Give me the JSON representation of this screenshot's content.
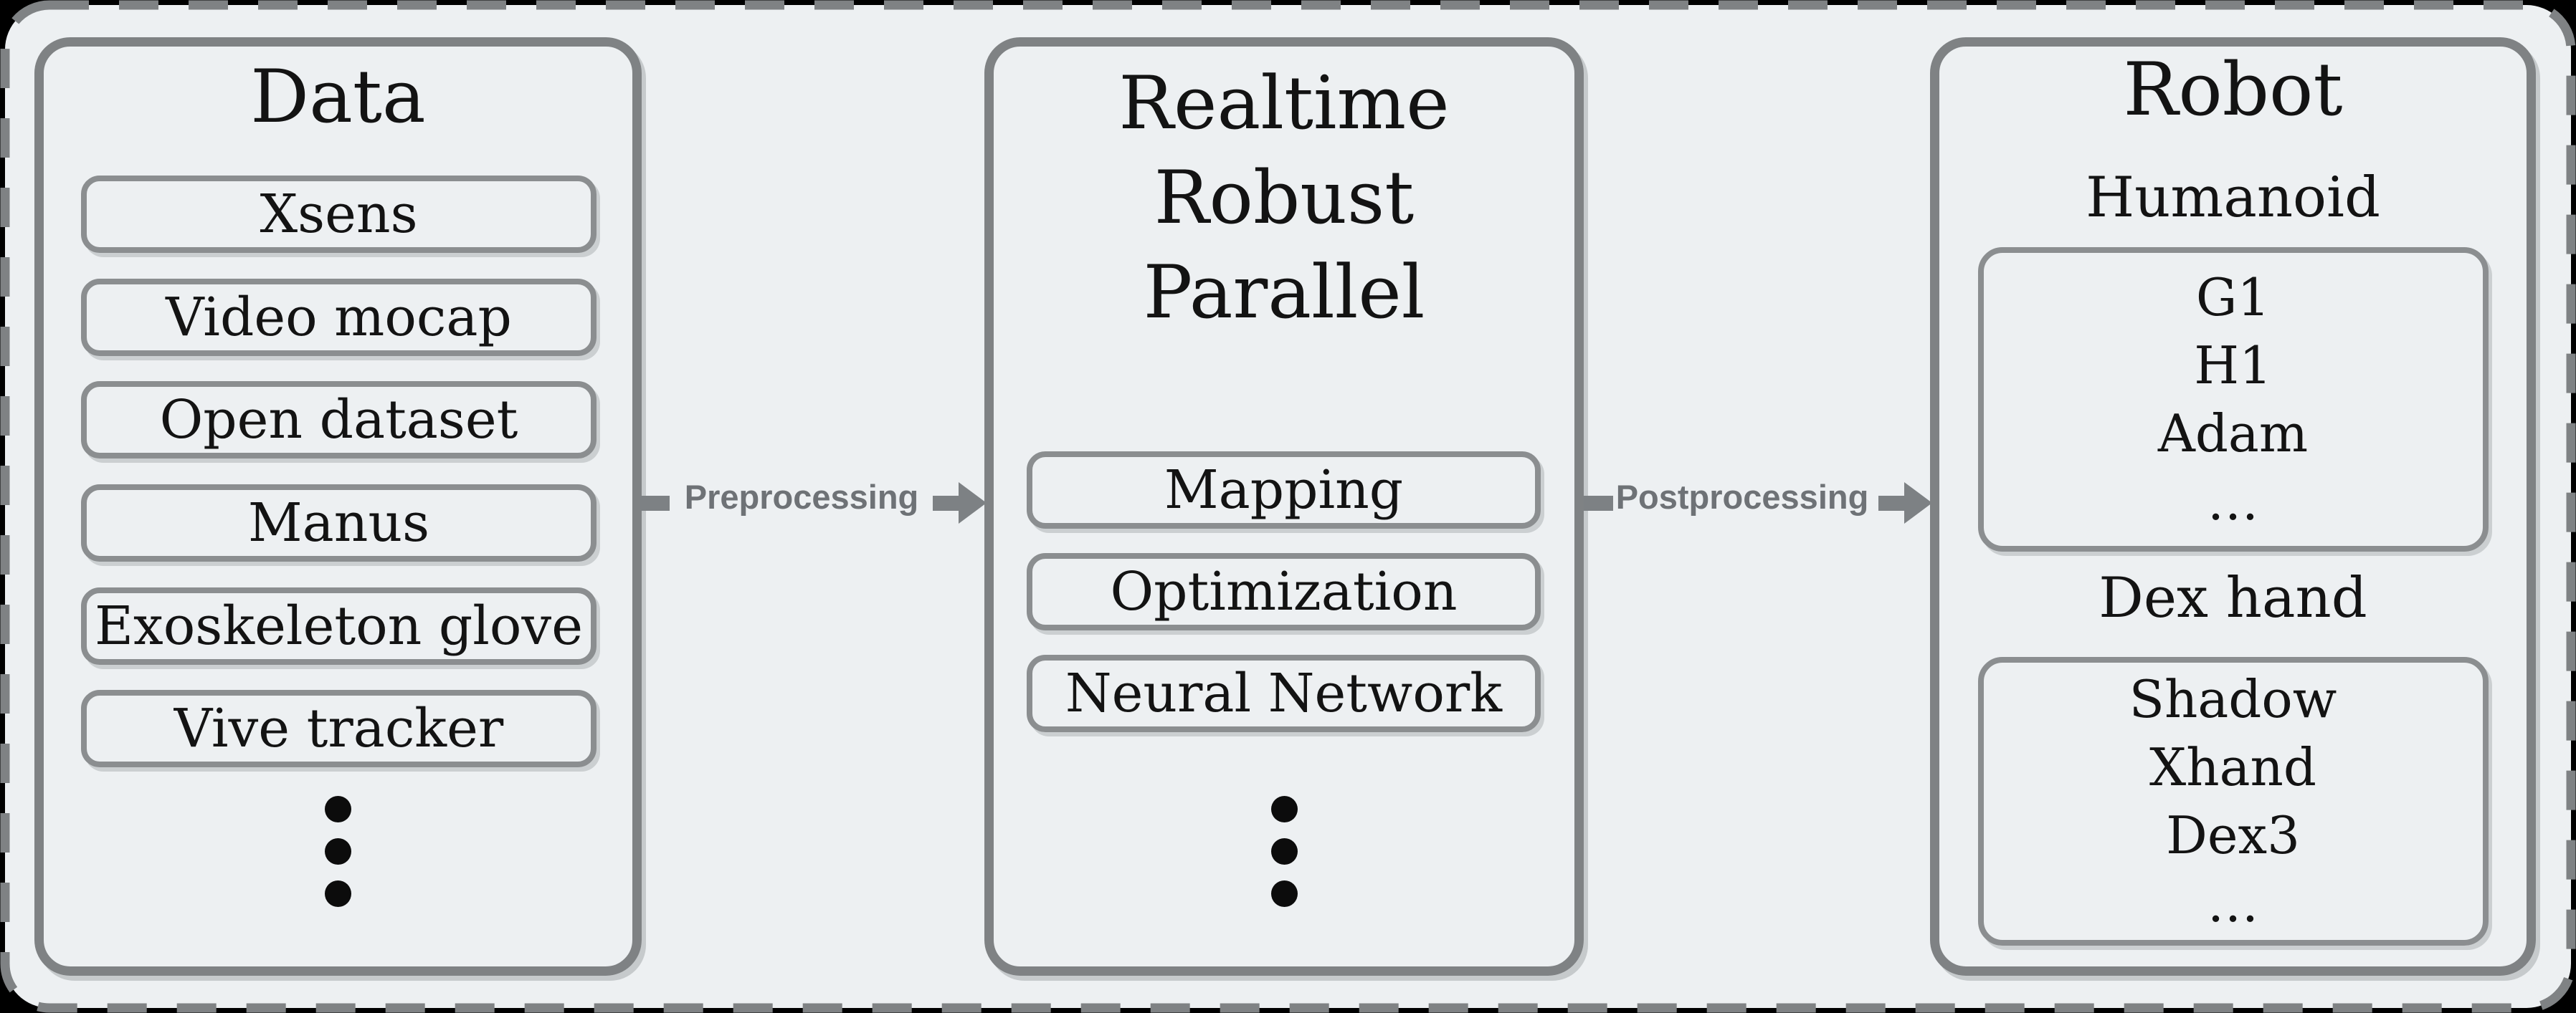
{
  "colors": {
    "canvas_background": "#000000",
    "diagram_background": "#edf0f2",
    "frame_border": "#7f8284",
    "box_border": "#8b8e90",
    "text": "#131313",
    "flow_label": "#6e7276",
    "arrow": "#7d8184",
    "shadow": "#c6cacc"
  },
  "panels": {
    "data": {
      "title": "Data",
      "items": [
        "Xsens",
        "Video mocap",
        "Open dataset",
        "Manus",
        "Exoskeleton glove",
        "Vive tracker"
      ]
    },
    "solver": {
      "title_lines": [
        "Realtime",
        "Robust",
        "Parallel"
      ],
      "items": [
        "Mapping",
        "Optimization",
        "Neural Network"
      ]
    },
    "robot": {
      "title": "Robot",
      "groups": [
        {
          "label": "Humanoid",
          "items": [
            "G1",
            "H1",
            "Adam",
            "…"
          ]
        },
        {
          "label": "Dex hand",
          "items": [
            "Shadow",
            "Xhand",
            "Dex3",
            "…"
          ]
        }
      ]
    }
  },
  "arrows": [
    {
      "label": "Preprocessing"
    },
    {
      "label": "Postprocessing"
    }
  ]
}
